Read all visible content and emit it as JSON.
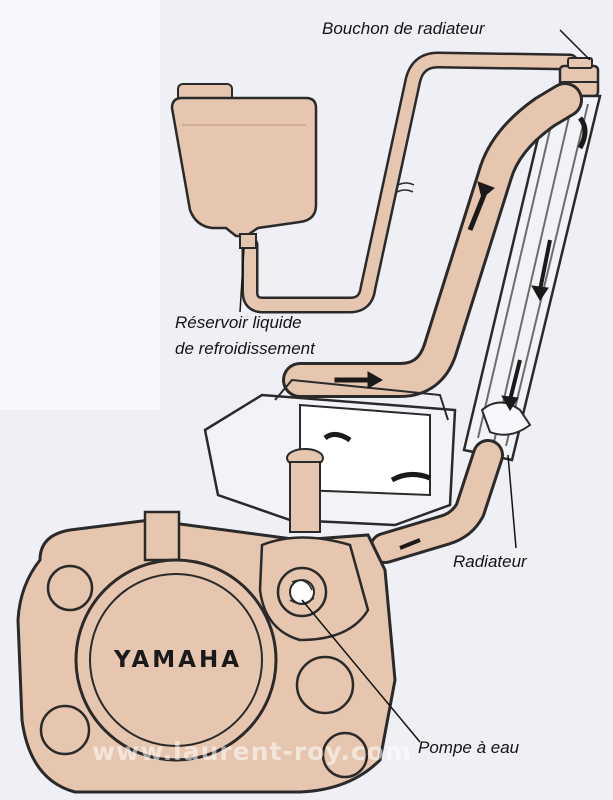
{
  "labels": {
    "radiator_cap": "Bouchon de radiateur",
    "reservoir_line1": "Réservoir liquide",
    "reservoir_line2": "de refroidissement",
    "radiator": "Radiateur",
    "water_pump": "Pompe à eau"
  },
  "engine_brand": "YAMAHA",
  "watermark": "www.laurent-roy.com",
  "colors": {
    "coolant_part": "#e6c6ae",
    "outline": "#2a2a2a",
    "flow_arrow": "#1a1a1a",
    "background": "#eef0f6"
  }
}
